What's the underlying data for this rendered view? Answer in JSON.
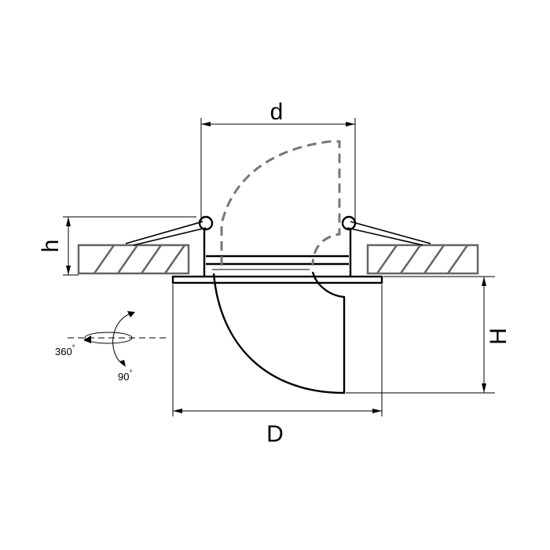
{
  "diagram": {
    "dimensions": {
      "d": "d",
      "h": "h",
      "H": "H",
      "D": "D"
    },
    "rotation": {
      "horizontal": "360",
      "vertical": "90",
      "degree_symbol": "°"
    }
  }
}
